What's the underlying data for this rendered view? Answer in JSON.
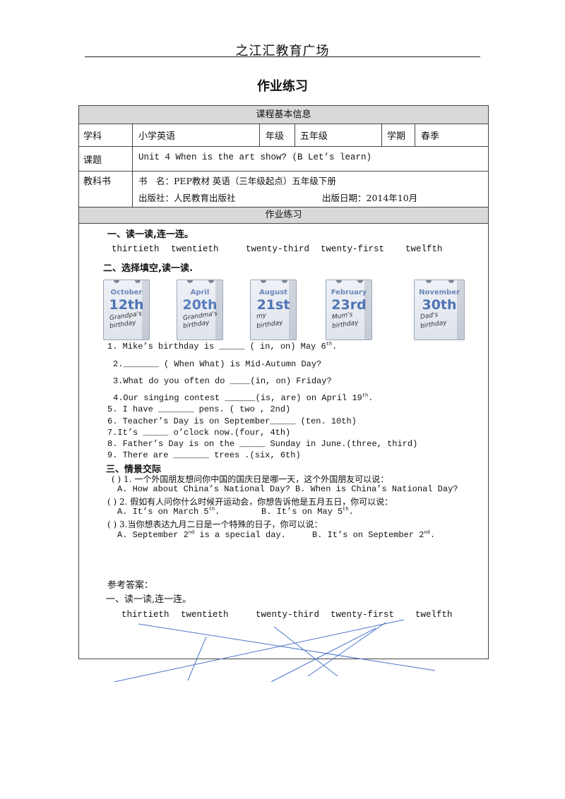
{
  "header": {
    "brand": "之江汇教育广场",
    "doc_title": "作业练习"
  },
  "info": {
    "band_title": "课程基本信息",
    "subject_label": "学科",
    "subject_value": "小学英语",
    "grade_label": "年级",
    "grade_value": "五年级",
    "term_label": "学期",
    "term_value": "春季",
    "topic_label": "课题",
    "topic_value": "Unit 4 When is the art show? (B Let’s learn)",
    "textbook_label": "教科书",
    "book_name": "书　名：PEP教材 英语（三年级起点）五年级下册",
    "publisher": "出版社：人民教育出版社",
    "pub_date": "出版日期：2014年10月"
  },
  "exercise": {
    "band_title": "作业练习",
    "s1_title": "一、读一读,连一连。",
    "words": [
      "thirtieth",
      "twentieth",
      "twenty-third",
      "twenty-first",
      "twelfth"
    ],
    "s2_title": "二、选择填空,读一读.",
    "cards": [
      {
        "month": "October",
        "day": "12th",
        "who": "Grandpa's",
        "bd": "birthday",
        "color": "#4f74b3"
      },
      {
        "month": "April",
        "day": "20th",
        "who": "Grandma's",
        "bd": "birthday",
        "color": "#5a7fbf"
      },
      {
        "month": "August",
        "day": "21st",
        "who": "my",
        "bd": "birthday",
        "color": "#4f74b3"
      },
      {
        "month": "February",
        "day": "23rd",
        "who": "Mum's",
        "bd": "birthday",
        "color": "#4f74b3"
      },
      {
        "month": "November",
        "day": "30th",
        "who": "Dad's",
        "bd": "birthday",
        "color": "#4f74b3"
      }
    ],
    "q1a": "1. Mike’s birthday is _____ ( in,  on) May 6",
    "q1sup": "th",
    "q1b": ".",
    "q2": "2._______ ( When  What)  is Mid-Autumn Day?",
    "q3": "3.What do you often do ____(in,  on) Friday?",
    "q4a": "4.Our singing contest ______(is,  are) on April 19",
    "q4sup": "th",
    "q4b": ".",
    "q5": "5. I have _______ pens. ( two ,  2nd)",
    "q6": "6. Teacher’s Day is on September_____ (ten.  10th)",
    "q7": "7.It’s _____ o’clock now.(four,  4th)",
    "q8": "8. Father’s Day is on the _____ Sunday in June.(three, third)",
    "q9": "9. There are _______ trees .(six,  6th)",
    "s3_title": "三、情景交际",
    "c1": "(    ) 1. 一个外国朋友想问你中国的国庆日是哪一天，这个外国朋友可以说：",
    "c1_opts": "A. How about  China’s National Day?   B. When is  China’s National Day?",
    "c2": "(    )  2. 假如有人问你什么时候开运动会，你想告诉他是五月五日，你可以说：",
    "c2_a": "A. It’s on March 5",
    "c2_a_sup": "th",
    "c2_a_end": ".",
    "c2_b": "B. It’s on May 5",
    "c2_b_sup": "th",
    "c2_b_end": ".",
    "c3": "(    )  3.当你想表达九月二日是一个特殊的日子，你可以说：",
    "c3_a": "A. September 2",
    "c3_a_sup": "nd",
    "c3_a_end": " is a special day.",
    "c3_b": "B. It’s on September 2",
    "c3_b_sup": "nd",
    "c3_b_end": "."
  },
  "answers": {
    "label": "参考答案：",
    "s1_title": "一、读一读,连一连。",
    "words": [
      "thirtieth",
      "twentieth",
      "twenty-third",
      "twenty-first",
      "twelfth"
    ],
    "line_color": "#4a74c9"
  }
}
